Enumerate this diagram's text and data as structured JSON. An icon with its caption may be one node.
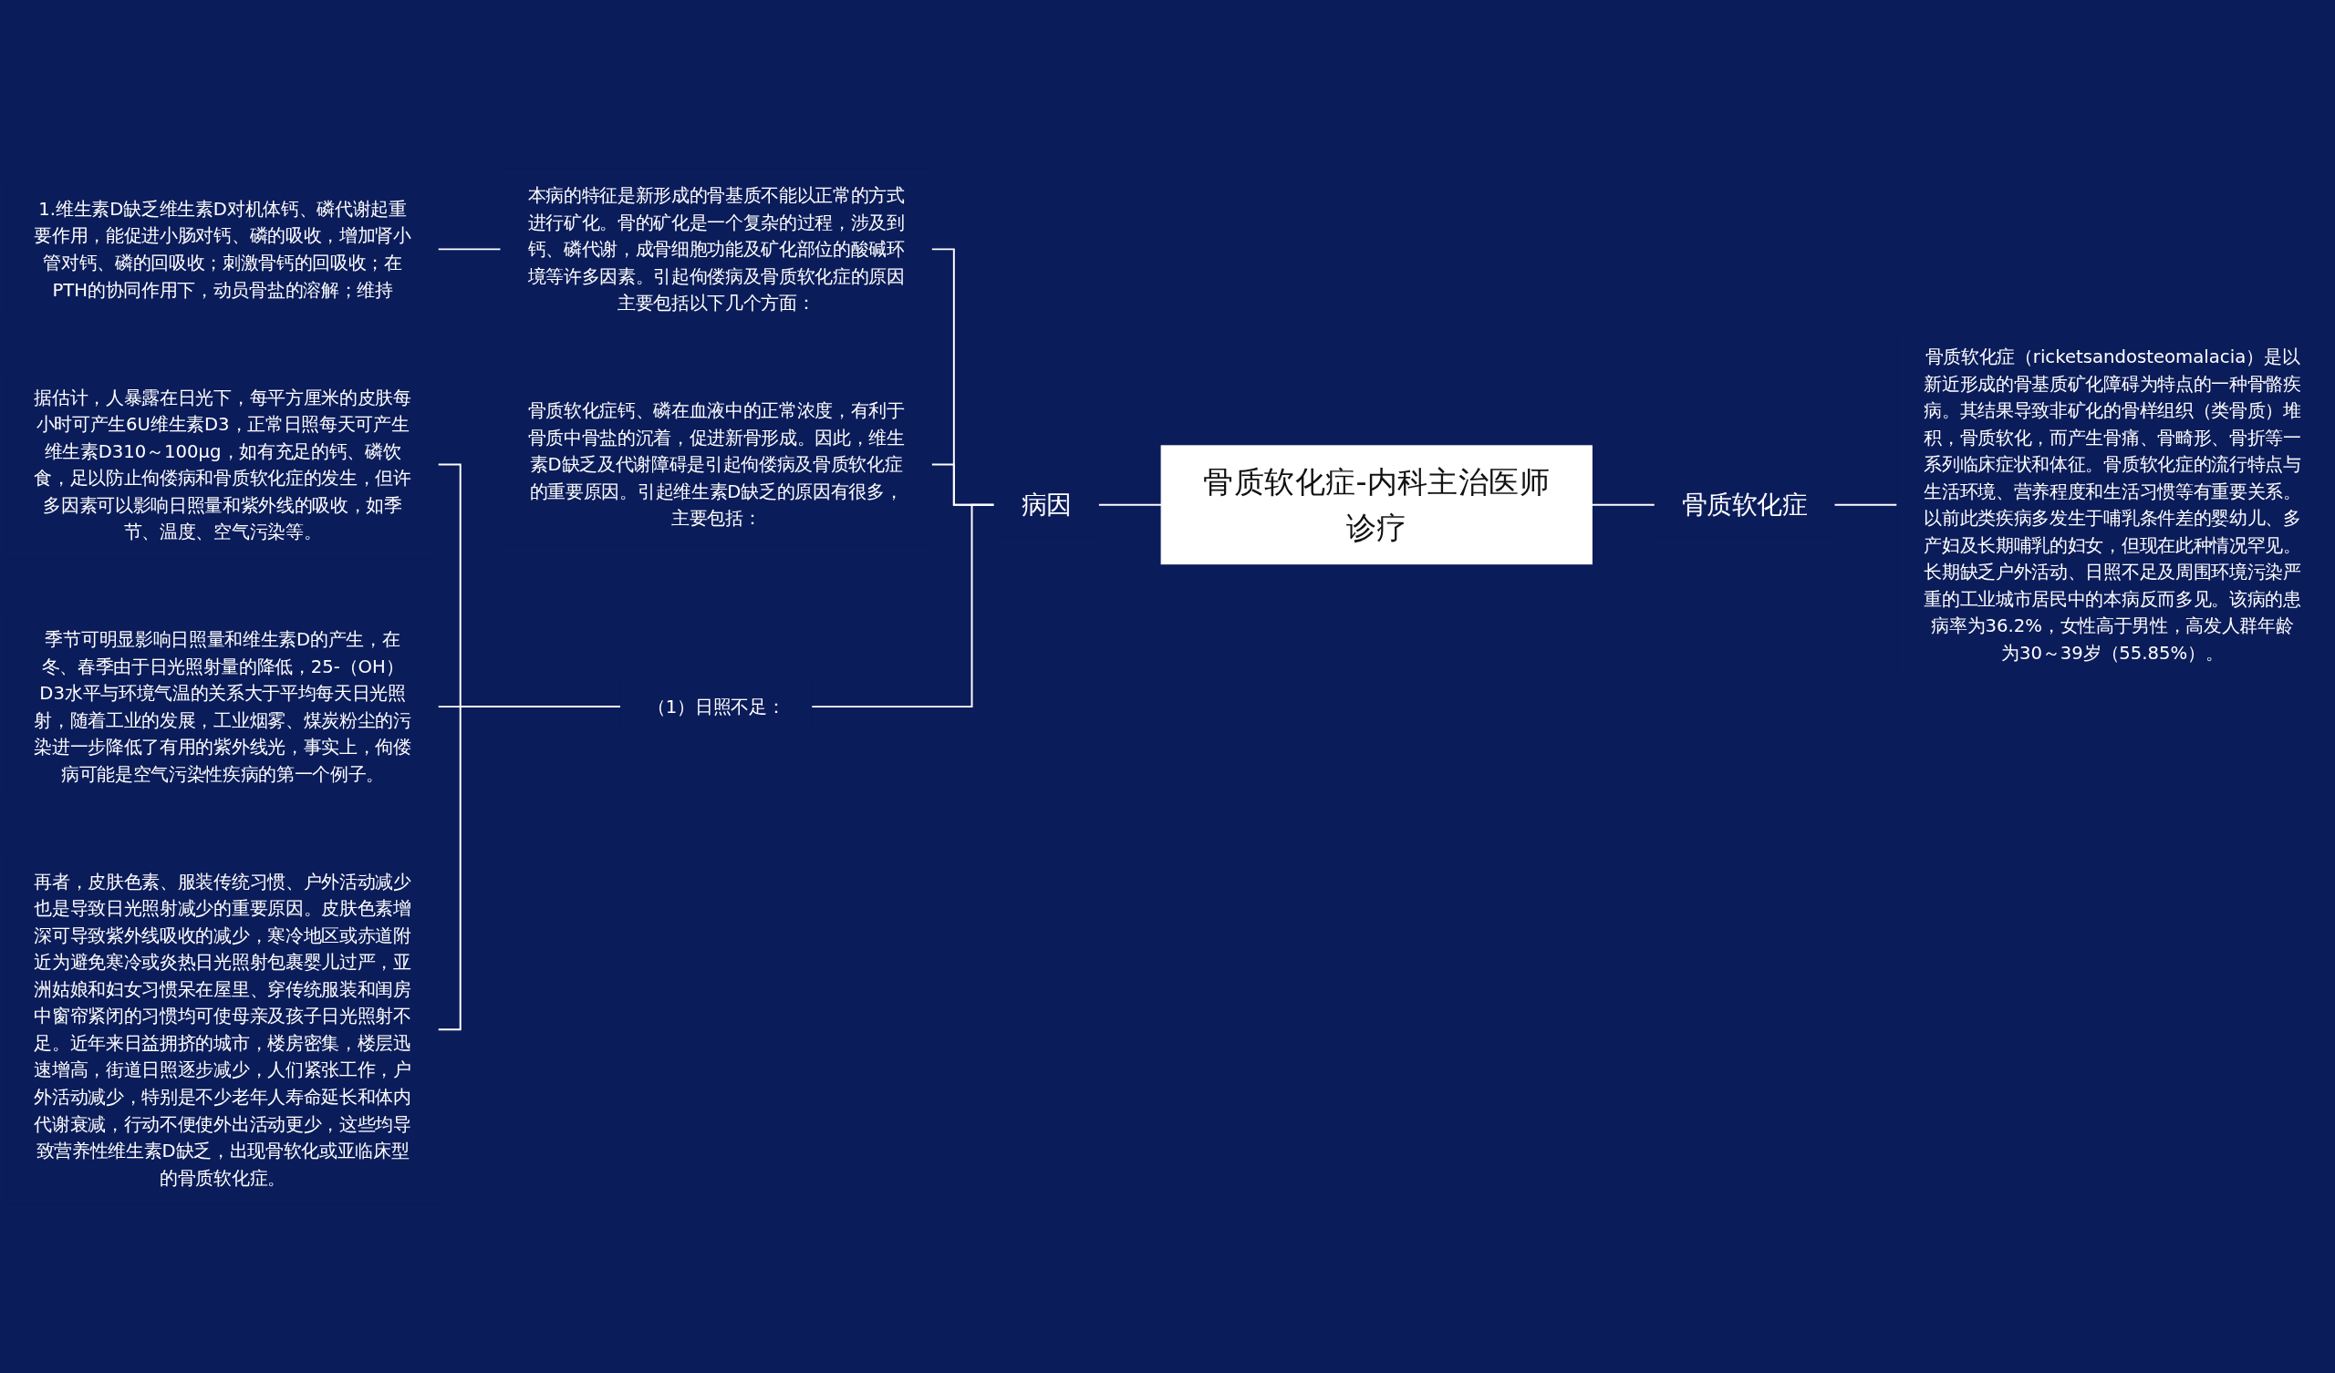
{
  "diagram": {
    "nodes": [
      {
        "text": [
          "骨质软化症-内科主治医师诊疗"
        ]
      },
      {
        "text": [
          "病因"
        ]
      },
      {
        "text": [
          "本病的特征是新形成的骨基质不能以正常的方式进行矿化。骨的矿化是一个复杂的过程，涉及到钙、磷代谢，成骨细胞功能及矿化部位的酸碱环境等许多因素。引起佝偻病及骨质软化症的原因主要包括以下几个方面："
        ]
      },
      {
        "text": [
          "1.维生素D缺乏维生素D对机体钙、磷代谢起重要作用，能促进小肠对钙、磷的吸收，增加肾小管对钙、磷的回吸收；刺激骨钙的回吸收；在PTH的协同作用下，动员骨盐的溶解；维持"
        ]
      },
      {
        "text": [
          "骨质软化症钙、磷在血液中的正常浓度，有利于骨质中骨盐的沉着，促进新骨形成。因此，维生素D缺乏及代谢障碍是引起佝偻病及骨质软化症的重要原因。引起维生素D缺乏的原因有很多，主要包括："
        ]
      },
      {
        "text": [
          "（1）日照不足："
        ]
      },
      {
        "text": [
          "据估计，人暴露在日光下，每平方厘米的皮肤每小时可产生6U维生素D3，正常日照每天可产生维生素D310～100μg，如有充足的钙、磷饮食，足以防止佝偻病和骨质软化症的发生，但许多因素可以影响日照量和紫外线的吸收，如季节、温度、空气污染等。"
        ]
      },
      {
        "text": [
          "季节可明显影响日照量和维生素D的产生，在冬、春季由于日光照射量的降低，25-（OH）D3水平与环境气温的关系大于平均每天日光照射，随着工业的发展，工业烟雾、煤炭粉尘的污染进一步降低了有用的紫外线光，事实上，佝偻病可能是空气污染性疾病的第一个例子。"
        ]
      },
      {
        "text": [
          "再者，皮肤色素、服装传统习惯、户外活动减少也是导致日光照射减少的重要原因。皮肤色素增深可导致紫外线吸收的减少，寒冷地区或赤道附近为避免寒冷或炎热日光照射包裹婴儿过严，亚洲姑娘和妇女习惯呆在屋里、穿传统服装和闺房中窗帘紧闭的习惯均可使母亲及孩子日光照射不足。近年来日益拥挤的城市，楼房密集，楼层迅速增高，街道日照逐步减少，人们紧张工作，户外活动减少，特别是不少老年人寿命延长和体内代谢衰减，行动不便使外出活动更少，这些均导致营养性维生素D缺乏，出现骨软化或亚临床型的骨质软化症。"
        ]
      },
      {
        "text": [
          "骨质软化症"
        ]
      },
      {
        "text": [
          "骨质软化症（ricketsandosteomalacia）是以新近形成的骨基质矿化障碍为特点的一种骨骼疾病。其结果导致非矿化的骨样组织（类骨质）堆积，骨质软化，而产生骨痛、骨畸形、骨折等一系列临床症状和体征。骨质软化症的流行特点与生活环境、营养程度和生活习惯等有重要关系。以前此类疾病多发生于哺乳条件差的婴幼儿、多产妇及长期哺乳的妇女，但现在此种情况罕见。长期缺乏户外活动、日照不足及周围环境污染严重的工业城市居民中的本病反而多见。该病的患病率为36.2%，女性高于男性，高发人群年龄为30～39岁（55.85%）。"
        ]
      }
    ],
    "edges": [
      {
        "from": 1,
        "to": 0,
        "arrow": "none"
      },
      {
        "from": 2,
        "to": 1,
        "arrow": "none"
      },
      {
        "from": 3,
        "to": 2,
        "arrow": "none"
      },
      {
        "from": 4,
        "to": 1,
        "arrow": "none"
      },
      {
        "from": 5,
        "to": 1,
        "arrow": "none"
      },
      {
        "from": 6,
        "to": 5,
        "arrow": "none"
      },
      {
        "from": 7,
        "to": 5,
        "arrow": "none"
      },
      {
        "from": 8,
        "to": 5,
        "arrow": "none"
      },
      {
        "from": 0,
        "to": 9,
        "arrow": "none"
      },
      {
        "from": 9,
        "to": 10,
        "arrow": "none"
      }
    ]
  }
}
